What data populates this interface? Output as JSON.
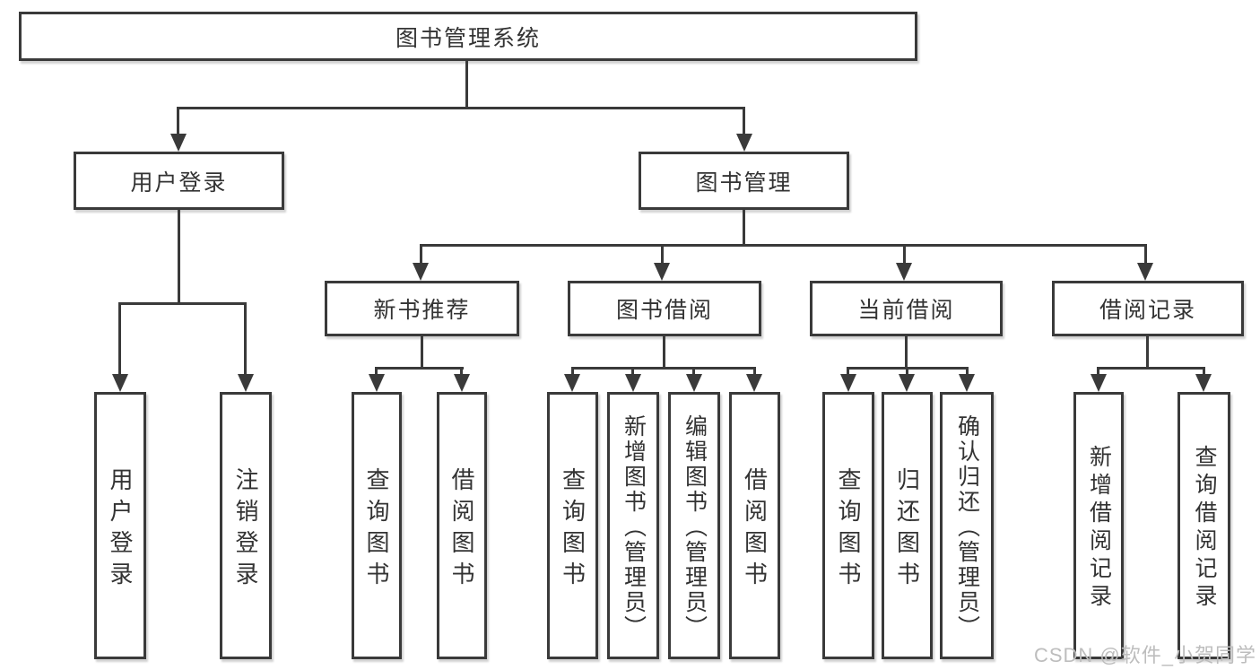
{
  "diagram": {
    "root": {
      "label": "图书管理系统"
    },
    "branches": {
      "user_login": {
        "label": "用户登录",
        "children": {
          "login": {
            "label": "用户登录"
          },
          "logout": {
            "label": "注销登录"
          }
        }
      },
      "book_management": {
        "label": "图书管理",
        "sections": {
          "new_book_recommend": {
            "label": "新书推荐",
            "children": {
              "query_books": {
                "label": "查询图书"
              },
              "borrow_books": {
                "label": "借阅图书"
              }
            }
          },
          "book_borrow": {
            "label": "图书借阅",
            "children": {
              "query_books": {
                "label": "查询图书"
              },
              "add_books_admin": {
                "label": "新增图书（管理员）"
              },
              "edit_books_admin": {
                "label": "编辑图书（管理员）"
              },
              "borrow_books": {
                "label": "借阅图书"
              }
            }
          },
          "current_borrow": {
            "label": "当前借阅",
            "children": {
              "query_books": {
                "label": "查询图书"
              },
              "return_books": {
                "label": "归还图书"
              },
              "confirm_return_admin": {
                "label": "确认归还（管理员）"
              }
            }
          },
          "borrow_records": {
            "label": "借阅记录",
            "children": {
              "add_borrow_record": {
                "label": "新增借阅记录"
              },
              "query_borrow_record": {
                "label": "查询借阅记录"
              }
            }
          }
        }
      }
    },
    "watermark": {
      "text": "CSDN @软件_小贺同学"
    },
    "colors": {
      "line": "#3a3a3a",
      "text": "#333333",
      "background": "#ffffff",
      "watermark": "#bdbdbd"
    }
  }
}
